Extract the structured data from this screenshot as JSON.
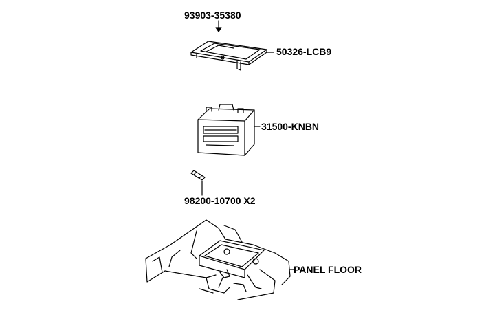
{
  "parts": {
    "screw": {
      "label": "93903-35380"
    },
    "cover": {
      "label": "50326-LCB9"
    },
    "battery": {
      "label": "31500-KNBN"
    },
    "fuse": {
      "label": "98200-10700 X2"
    },
    "floor": {
      "label": "PANEL FLOOR"
    }
  },
  "colors": {
    "line": "#000000",
    "background": "#ffffff"
  }
}
